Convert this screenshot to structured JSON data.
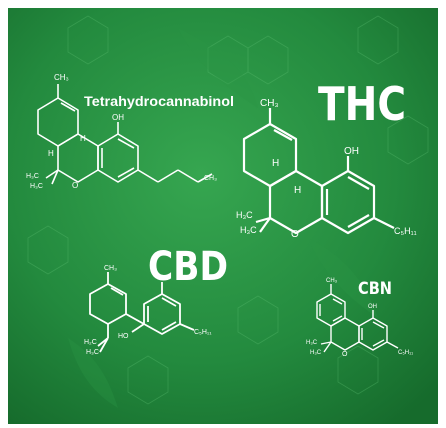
{
  "colors": {
    "background_dark": "#1a7a34",
    "background_light": "#32a24c",
    "bond": "#ffffff",
    "pattern": "#5fc074"
  },
  "headings": {
    "tetrahydrocannabinol": "Tetrahydrocannabinol",
    "thc": "THC",
    "cbd": "CBD",
    "cbn": "CBN"
  },
  "atoms": {
    "small": {
      "ch3": "CH₃",
      "oh": "OH",
      "h_top": "H",
      "h_bottom": "H",
      "h3c_upper": "H₃C",
      "h3c_lower": "H₃C",
      "o": "O",
      "ch3_tail": "CH₃"
    },
    "thc": {
      "ch3": "CH₃",
      "oh": "OH",
      "h_top": "H",
      "h_bottom": "H",
      "h3c_upper": "H₃C",
      "h3c_lower": "H₃C",
      "o": "O",
      "c5h11": "C₅H₁₁"
    },
    "cbd": {
      "ch3": "CH₃",
      "oh_top": "OH",
      "h2c": "H₂C",
      "h3c": "H₃C",
      "ho": "HO",
      "c5h11": "C₅H₁₁"
    },
    "cbn": {
      "ch3": "CH₃",
      "oh": "OH",
      "h3c_upper": "H₃C",
      "h3c_lower": "H₃C",
      "o": "O",
      "c5h11": "C₅H₁₁"
    }
  }
}
